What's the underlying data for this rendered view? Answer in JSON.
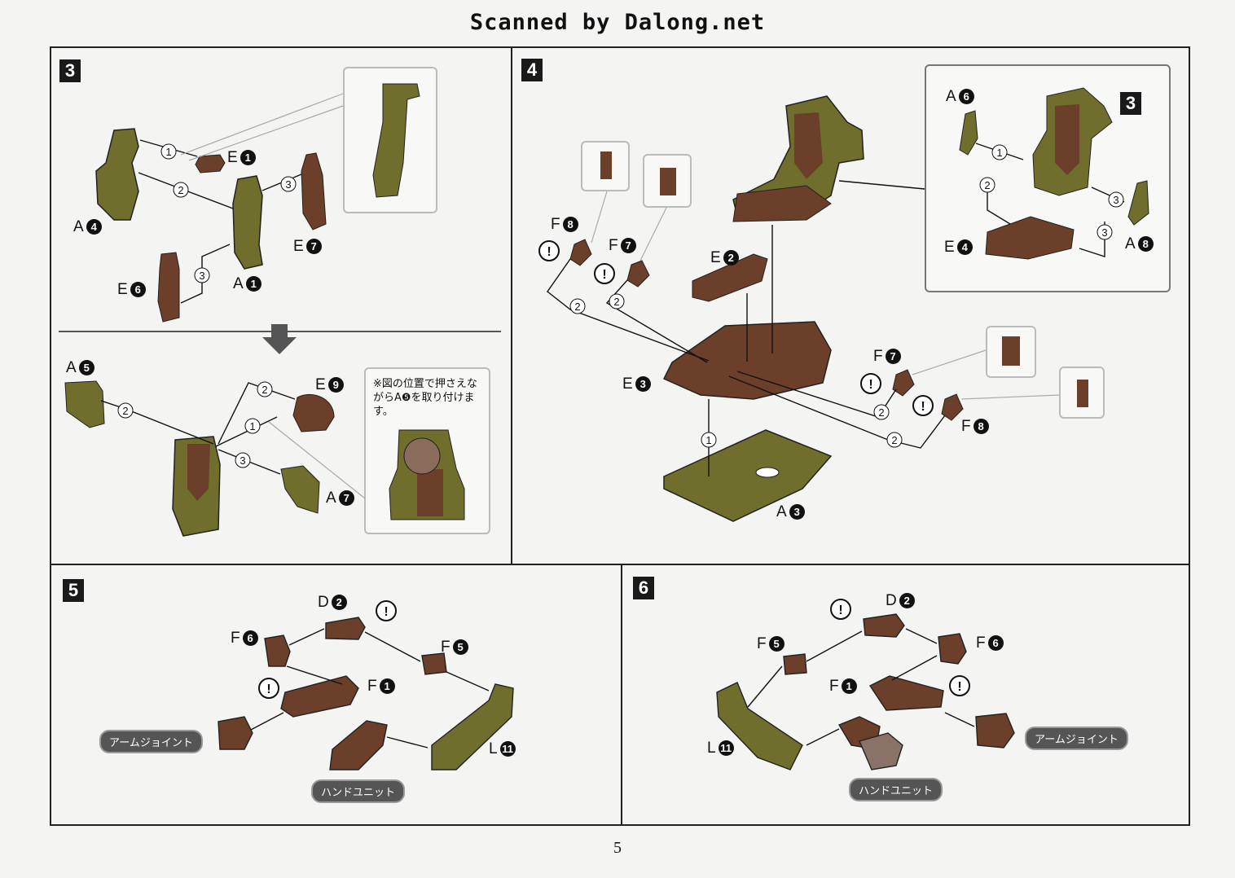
{
  "header": {
    "scan_credit": "Scanned by Dalong.net"
  },
  "page_number": "5",
  "steps": {
    "s3": {
      "number": "3",
      "labels": {
        "e1_l": "E",
        "e1_n": "1",
        "a4_l": "A",
        "a4_n": "4",
        "e7_l": "E",
        "e7_n": "7",
        "e6_l": "E",
        "e6_n": "6",
        "a1_l": "A",
        "a1_n": "1",
        "a5_l": "A",
        "a5_n": "5",
        "e9_l": "E",
        "e9_n": "9",
        "a7_l": "A",
        "a7_n": "7"
      },
      "note": "※図の位置で押さえながらA❺を取り付けます。"
    },
    "s4": {
      "number": "4",
      "labels": {
        "f8a_l": "F",
        "f8a_n": "8",
        "f7a_l": "F",
        "f7a_n": "7",
        "e2_l": "E",
        "e2_n": "2",
        "e3_l": "E",
        "e3_n": "3",
        "a3_l": "A",
        "a3_n": "3",
        "f7b_l": "F",
        "f7b_n": "7",
        "f8b_l": "F",
        "f8b_n": "8",
        "a6_l": "A",
        "a6_n": "6",
        "e4_l": "E",
        "e4_n": "4",
        "a8_l": "A",
        "a8_n": "8"
      },
      "inset_step": "3"
    },
    "s5": {
      "number": "5",
      "labels": {
        "d2_l": "D",
        "d2_n": "2",
        "f6_l": "F",
        "f6_n": "6",
        "f5_l": "F",
        "f5_n": "5",
        "f1_l": "F",
        "f1_n": "1",
        "l11_l": "L",
        "l11_n": "11"
      },
      "arm_joint": "アームジョイント",
      "hand_unit": "ハンドユニット"
    },
    "s6": {
      "number": "6",
      "labels": {
        "d2_l": "D",
        "d2_n": "2",
        "f5_l": "F",
        "f5_n": "5",
        "f6_l": "F",
        "f6_n": "6",
        "f1_l": "F",
        "f1_n": "1",
        "l11_l": "L",
        "l11_n": "11"
      },
      "arm_joint": "アームジョイント",
      "hand_unit": "ハンドユニット"
    }
  },
  "colors": {
    "olive": "#6f6e2c",
    "brown": "#6b3f2a",
    "ink": "#111111"
  }
}
